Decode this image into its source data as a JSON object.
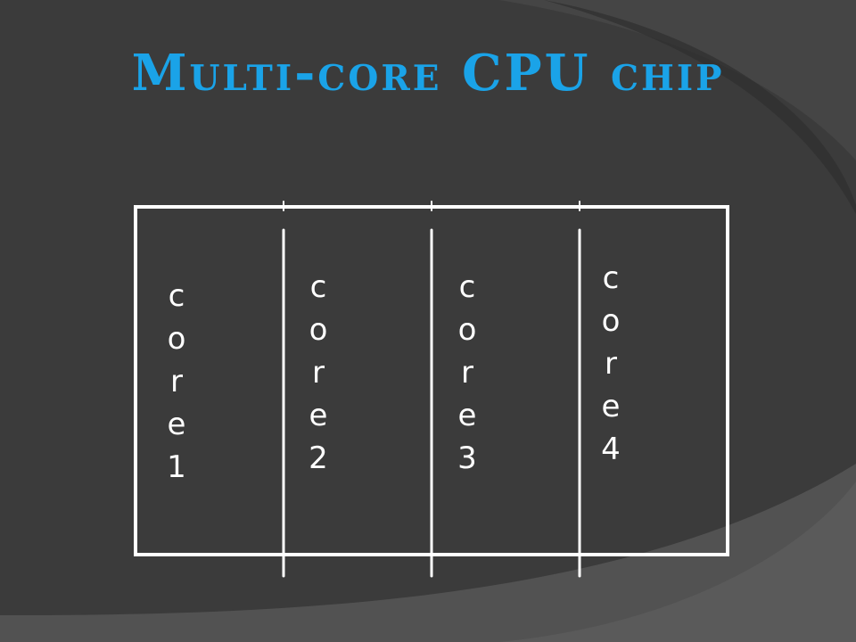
{
  "title": "Multi-core CPU chip",
  "cores": [
    {
      "letters": [
        "c",
        "o",
        "r",
        "e",
        "1"
      ]
    },
    {
      "letters": [
        "c",
        "o",
        "r",
        "e",
        "2"
      ]
    },
    {
      "letters": [
        "c",
        "o",
        "r",
        "e",
        "3"
      ]
    },
    {
      "letters": [
        "c",
        "o",
        "r",
        "e",
        "4"
      ]
    }
  ],
  "colors": {
    "background": "#3b3b3b",
    "title": "#1aa3e8",
    "lines": "#ffffff",
    "text": "#ffffff"
  }
}
